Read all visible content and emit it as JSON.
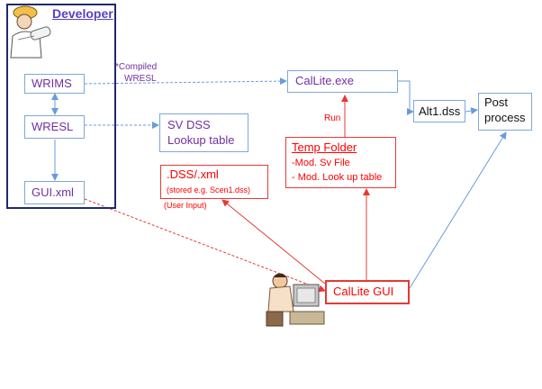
{
  "developer": {
    "label": "Developer"
  },
  "nodes": {
    "wrims": "WRIMS",
    "wresl": "WRESL",
    "guixml": "GUI.xml",
    "callite_exe": "CalLite.exe",
    "alt1": "Alt1.dss",
    "post_process_line1": "Post",
    "post_process_line2": "process",
    "svdss_line1": "SV DSS",
    "svdss_line2": "Lookup table",
    "temp_title": "Temp Folder",
    "temp_line1": "-Mod. Sv File",
    "temp_line2": "- Mod. Look up table",
    "dss_title": ".DSS/.xml",
    "dss_stored": "(stored e.g. Scen1.dss)",
    "callite_gui": "CalLite GUI"
  },
  "labels": {
    "compiled_line1": "*Compiled",
    "compiled_line2": "WRESL",
    "run": "Run",
    "user_input": "(User Input)"
  },
  "colors": {
    "blue_line": "#6a9bd8",
    "red_line": "#e53935",
    "purple_text": "#7030a0",
    "frame": "#1f2a6b"
  }
}
